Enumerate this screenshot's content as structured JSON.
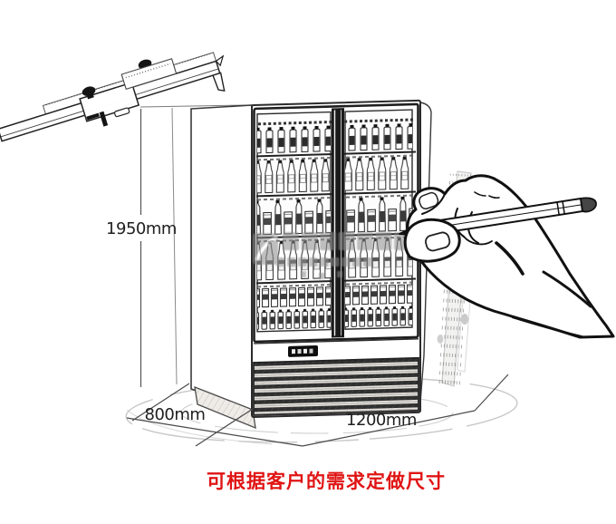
{
  "caption": {
    "text": "可根据客户的需求定做尺寸",
    "color": "#e01414"
  },
  "dimensions": {
    "height": "1950mm",
    "depth": "800mm",
    "width": "1200mm"
  },
  "colors": {
    "ink": "#1c1c1c",
    "background": "#ffffff",
    "watermark_gray": "#8c8c8c",
    "sketch_gray": "#c8c8c8",
    "caption_red": "#e01414"
  }
}
